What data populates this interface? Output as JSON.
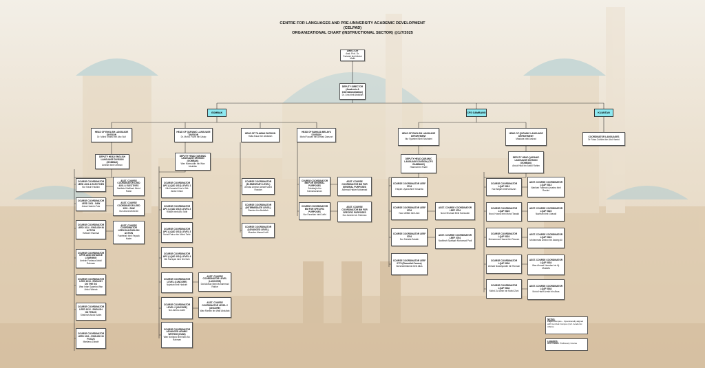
{
  "header": {
    "line1": "CENTRE FOR LANGUAGES AND PRE-UNIVERSITY ACADEMIC DEVELOPMENT",
    "line2": "(CELPAD)",
    "line3": "ORGANIZATIONAL CHART (INSTRUCTIONAL SECTOR) @1/7/2025"
  },
  "top": {
    "director": {
      "title": "DIRECTOR",
      "name": "Asst. Prof. Dr. Fariziah binti Abdul Malik"
    },
    "deputy": {
      "title": "DEPUTY DIRECTOR (Academic & Internationalisation)",
      "name": "Dr. Lina binti Abdullah"
    }
  },
  "campuses": {
    "gombak": "GOMBAK",
    "gambang": "CFS GAMBANG",
    "kuantan": "KUANTAN"
  },
  "gombak": {
    "eld": {
      "title": "HEAD OF ENGLISH LANGUAGE DIVISION",
      "name": "Dr. Mohd Khairul bin Abu Sufi"
    },
    "eld_deputy": {
      "title": "DEPUTY HEAD ENGLISH LANGUAGE DIVISION (GOMBAK)",
      "name": "Aminah binti Othman"
    },
    "eld_units": [
      {
        "title": "COURSE COORDINATOR LEED 4301 & ELECTIVES",
        "name": "Nor Haziri Hadikin"
      },
      {
        "title": "COURSE COORDINATOR LEED 1301 - SAW",
        "name": "Anisa Hashim Faiz"
      },
      {
        "title": "COURSE COORDINATOR LEED 1014 - ENGLISH IN ACTION",
        "name": "Hafizah Khamsal"
      },
      {
        "title": "COURSE COORDINATOR OPEN AND DISTANCE LEARNING",
        "name": "Amirah Farhana Abdul Rahman"
      },
      {
        "title": "COURSE COORDINATOR LEED 1013 - ENGLISH ON THE GO",
        "name": "Wan Intan Syamira Wan Abdul Wahab"
      },
      {
        "title": "COURSE COORDINATOR LEED 1012 - ENGLISH ON TRACK",
        "name": "Shahirah Abdul Salim"
      },
      {
        "title": "COURSE COORDINATOR LEED 1011 - ENGLISH IN FOCUS",
        "name": "Marliana Zubairi"
      }
    ],
    "eld_assts": [
      {
        "title": "ASST. COURSE COORDINATOR LEED 4301 & ELECTIVES",
        "name": "Nabilatul Naffisah Mohd Radzi"
      },
      {
        "title": "ASST. COURSE COORDINATOR LEED 1301 - SAW",
        "name": "Nur Azura Mohd Ali"
      },
      {
        "title": "ASST. COURSE COORDINATOR LEED1014-ENGLISH ACTION",
        "name": "Fazeleiah binti Fayazk Kader"
      }
    ],
    "qld": {
      "title": "HEAD OF QURANIC LANGUAGE DIVISION",
      "name": "Dr. Mohd. Fuzhi bin Ubaip"
    },
    "qld_deputy": {
      "title": "DEPUTY HEAD QURANIC LANGUAGE DIVISION (GOMBAK)",
      "name": "Wan Naimuddin bin Wan Abdullah"
    },
    "qld_units": [
      {
        "title": "COURSE COORDINATOR APC (LQAD 1013) LEVEL 1",
        "name": "Nik Kamalah Nor bt Nik Abdul Ghani"
      },
      {
        "title": "COURSE COORDINATOR APC (LQAD 1013) LEVEL 2",
        "name": "Rokiah binti Abu Talib"
      },
      {
        "title": "COURSE COORDINATOR APC (LQAD 1013) LEVEL 3",
        "name": "Mohd Fairuz bin Mohd Tahir"
      },
      {
        "title": "COURSE COORDINATOR APC (LQAD 1014) LEVEL 4",
        "name": "Nik Farhiyah binti Nik Salh"
      },
      {
        "title": "COURSE COORDINATOR LEVEL (LUNCORE)",
        "name": "Najmiah binti Hadzim"
      },
      {
        "title": "COURSE COORDINATOR LEVEL 2 (UNCORE)",
        "name": "Nor Azhira Jusfer"
      },
      {
        "title": "COURSE COORDINATOR ADVANCED ARABIC WRITING (IHAW)",
        "name": "Wan Norliana binti Wan Ab. Rahman"
      }
    ],
    "qld_assts": [
      {
        "title": "ASST. COURSE COORDINATOR LEVEL (LUNCORE)",
        "name": "Dati Akhlaz Binti Mohammad Rafiue"
      },
      {
        "title": "ASST. COURSE COORDINATOR LEVEL 2 (UNCORE)",
        "name": "Wan Ramlin bin Wan Abdullah"
      }
    ],
    "tld": {
      "title": "HEAD OF TILAWAH DIVISION",
      "name": "Hafiz Anuar bin Abdullah"
    },
    "tld_units": [
      {
        "title": "COURSE COORDINATOR (ELEMENTARY LEVEL)",
        "name": "Ahmad Ammar Ashraf Mohd Rosdan"
      },
      {
        "title": "COURSE COORDINATOR (INTERMEDIATE LEVEL)",
        "name": "Ramlee bin Abdullah"
      },
      {
        "title": "COURSE COORDINATOR (ADVANCED LEVEL)",
        "name": "Muzafar Ahmad Lutfi"
      }
    ],
    "bmd": {
      "title": "HEAD OF BAHASA MELAYU DIVISION",
      "name": "Mohd Fauzan bin Ahmad Zamzuri"
    },
    "bmd_units": [
      {
        "title": "COURSE COORDINATOR BM FOR GENERAL PURPOSES",
        "name": "Zahirtarjin bin Kamarulzaman"
      },
      {
        "title": "COURSE COORDINATOR BM FOR SPECIFIC PURPOSES",
        "name": "Nur Farahiah binti Jaffri"
      }
    ],
    "bmd_assts": [
      {
        "title": "ASST. COURSE COORDINATOR BM FOR GENERAL PURPOSES",
        "name": "Akhmad Hakim Mohamad"
      },
      {
        "title": "ASST. COURSE COORDINATOR BM FOR SPECIFIC PURPOSES",
        "name": "Nur Janesh Ab. Rahman"
      }
    ]
  },
  "gambang": {
    "eld": {
      "title": "HEAD OF ENGLISH LANGUAGE DEPARTMENT",
      "name": "Nur Syamimi Binti Shuhaimi"
    },
    "eld_deputy": {
      "title": "DEPUTY HEAD QURANIC LANGUAGE DIVISION (CFS GAMBANG)",
      "name": "Hasmat bin Khalil"
    },
    "eld_units": [
      {
        "title": "COURSE COORDINATOR LEEF 0744",
        "name": "Haiyah Liyana Binti Yusanita"
      },
      {
        "title": "COURSE COORDINATOR LEEF 0754",
        "name": "Noor Afiffah binti Aziz"
      },
      {
        "title": "COURSE COORDINATOR LEEF 0764",
        "name": "Nur Suhaila Saidah"
      },
      {
        "title": "COURSE COORDINATOR LEEF 0774 (Remedial Course)",
        "name": "Norshamrilakmal binti Alias"
      }
    ],
    "eld_assts": [
      {
        "title": "ASST. COURSE COORDINATOR LEEF 0754",
        "name": "Nurul Shuhadi Binti Samsudin"
      },
      {
        "title": "ASST. COURSE COORDINATOR LEEF 0764",
        "name": "Nadhirah Syafiqah Mohamad Padi"
      }
    ],
    "qld": {
      "title": "HEAD OF QURANIC LANGUAGE DEPARTMENT",
      "name": "Maslaria binti Arshad"
    },
    "qld_deputy": {
      "title": "DEPUTY HEAD QURANIC LANGUAGE DIVISION (GOMBAK)",
      "name": "Abdul Hadi bin Abdul Rahim"
    },
    "qld_units": [
      {
        "title": "COURSE COORDINATOR LQAF 0813",
        "name": "Nur Afiqah binti Md Azan"
      },
      {
        "title": "COURSE COORDINATOR LQAF 0823",
        "name": "Nurul Husna binti Mohd Tawaik"
      },
      {
        "title": "COURSE COORDINATOR LQAF 0824",
        "name": "Muhammad Hasnai bin Rosnan"
      },
      {
        "title": "COURSE COORDINATOR LQAF 0834",
        "name": "Ahmad Nuwaiyuddin bin Rosnan"
      },
      {
        "title": "COURSE COORDINATOR LQAF 0844",
        "name": "Mohd Zul Amin bin Mohd Zani"
      }
    ],
    "qld_assts": [
      {
        "title": "ASST. COURSE COORDINATOR LQAF 0813",
        "name": "Nabihah Fatimah Azzahra binti Rashid"
      },
      {
        "title": "ASST. COURSE COORDINATOR LQAF 0823",
        "name": "Nazihah binti Ghazali"
      },
      {
        "title": "ASST. COURSE COORDINATOR LQAF 0824",
        "name": "Mohammad Amirun bin Awang Ali"
      },
      {
        "title": "ASST. COURSE COORDINATOR LQAF 0834",
        "name": "Wan Ahmad Hamdan bin Hj. Mustafa"
      },
      {
        "title": "ASST. COURSE COORDINATOR LQAF 0844",
        "name": "Mohd Hanif Armizi bin Abas"
      }
    ]
  },
  "kuantan": {
    "title": "COORDINATOR LANGUAGES",
    "name": "Dr Faiza Zulhilmi bin Abd Hamid"
  },
  "notes": {
    "title": "NOTES:",
    "text": "Pagoh Campus – Operationally aligned with Gombak Campus (incl. Academic Affairs)"
  },
  "legends": {
    "title": "LEGENDS:",
    "text": "APC - Arabic Proficiency Course"
  }
}
